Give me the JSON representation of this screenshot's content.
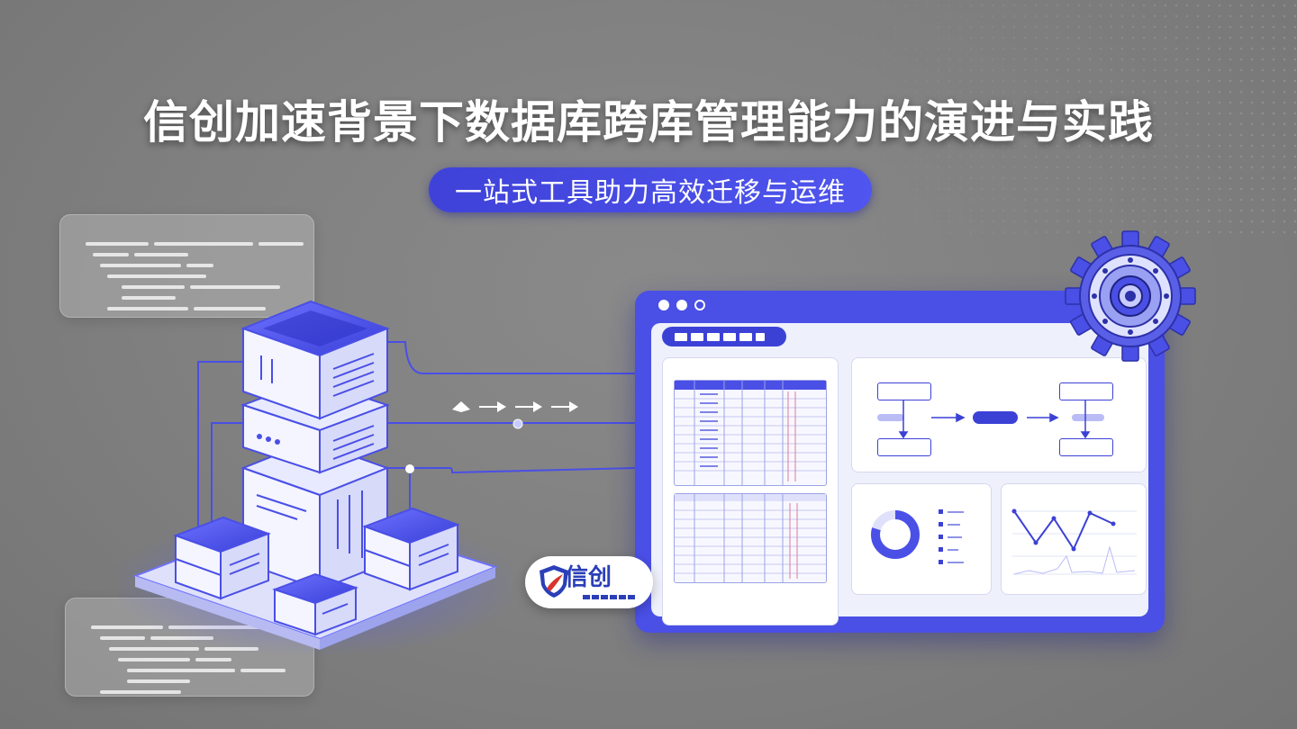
{
  "headline": {
    "title": "信创加速背景下数据库跨库管理能力的演进与实践",
    "subtitle": "一站式工具助力高效迁移与运维"
  },
  "badge": {
    "name": "信创"
  },
  "colors": {
    "accent": "#3c41d6",
    "background": "#808080",
    "panel": "#eef0fb"
  },
  "icons": [
    "server-stack-icon",
    "gear-icon",
    "shield-logo-icon",
    "arrow-right-icon"
  ]
}
